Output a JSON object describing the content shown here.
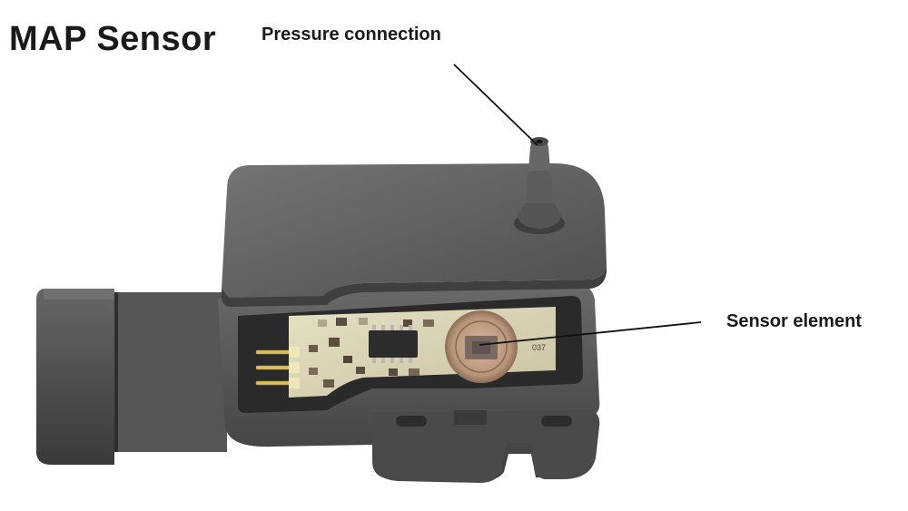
{
  "title": "MAP Sensor",
  "labels": {
    "pressure_connection": "Pressure connection",
    "sensor_element": "Sensor element"
  },
  "chip_marking": "037"
}
